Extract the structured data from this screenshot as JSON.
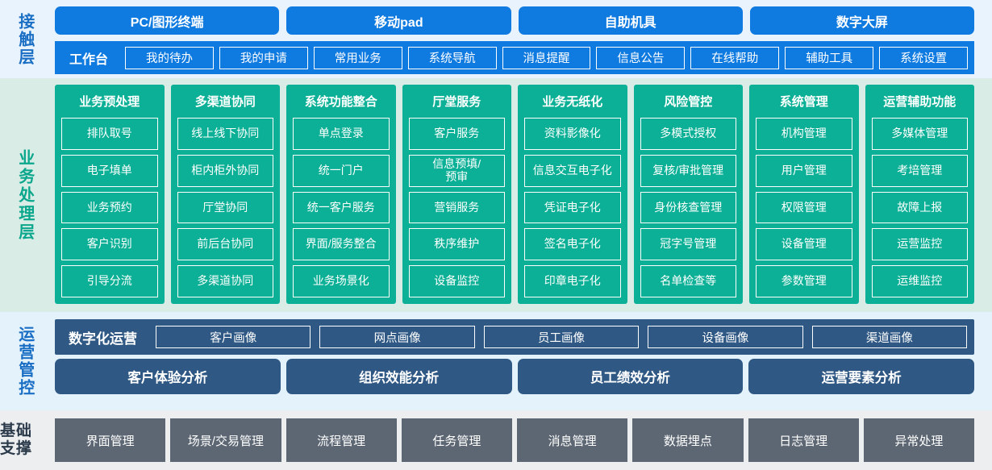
{
  "colors": {
    "blue": "#0f7ae0",
    "blue_bg": "#e8f3fd",
    "green": "#0bb096",
    "green_bg": "#d9ece6",
    "dark_blue": "#2f5884",
    "dark_blue_bg": "#e4f2fb",
    "gray": "#5d6774",
    "gray_bg": "#eceef0",
    "white": "#ffffff"
  },
  "layers": {
    "touch": {
      "label": "接触层",
      "channels": [
        "PC/图形终端",
        "移动pad",
        "自助机具",
        "数字大屏"
      ],
      "toolbar_title": "工作台",
      "toolbar_items": [
        "我的待办",
        "我的申请",
        "常用业务",
        "系统导航",
        "消息提醒",
        "信息公告",
        "在线帮助",
        "辅助工具",
        "系统设置"
      ]
    },
    "business": {
      "label": "业务处理层",
      "columns": [
        {
          "title": "业务预处理",
          "items": [
            "排队取号",
            "电子填单",
            "业务预约",
            "客户识别",
            "引导分流"
          ]
        },
        {
          "title": "多渠道协同",
          "items": [
            "线上线下协同",
            "柜内柜外协同",
            "厅堂协同",
            "前后台协同",
            "多渠道协同"
          ]
        },
        {
          "title": "系统功能整合",
          "items": [
            "单点登录",
            "统一门户",
            "统一客户服务",
            "界面/服务整合",
            "业务场景化"
          ]
        },
        {
          "title": "厅堂服务",
          "items": [
            "客户服务",
            "信息预填/\n预审",
            "营销服务",
            "秩序维护",
            "设备监控"
          ]
        },
        {
          "title": "业务无纸化",
          "items": [
            "资料影像化",
            "信息交互电子化",
            "凭证电子化",
            "签名电子化",
            "印章电子化"
          ]
        },
        {
          "title": "风险管控",
          "items": [
            "多模式授权",
            "复核/审批管理",
            "身份核查管理",
            "冠字号管理",
            "名单检查等"
          ]
        },
        {
          "title": "系统管理",
          "items": [
            "机构管理",
            "用户管理",
            "权限管理",
            "设备管理",
            "参数管理"
          ]
        },
        {
          "title": "运营辅助功能",
          "items": [
            "多媒体管理",
            "考培管理",
            "故障上报",
            "运营监控",
            "运维监控"
          ]
        }
      ]
    },
    "operations": {
      "label": "运营管控",
      "digital_title": "数字化运营",
      "portraits": [
        "客户画像",
        "网点画像",
        "员工画像",
        "设备画像",
        "渠道画像"
      ],
      "analyses": [
        "客户体验分析",
        "组织效能分析",
        "员工绩效分析",
        "运营要素分析"
      ]
    },
    "foundation": {
      "label": "基础\n支撑",
      "items": [
        "界面管理",
        "场景/交易管理",
        "流程管理",
        "任务管理",
        "消息管理",
        "数据埋点",
        "日志管理",
        "异常处理"
      ]
    }
  }
}
